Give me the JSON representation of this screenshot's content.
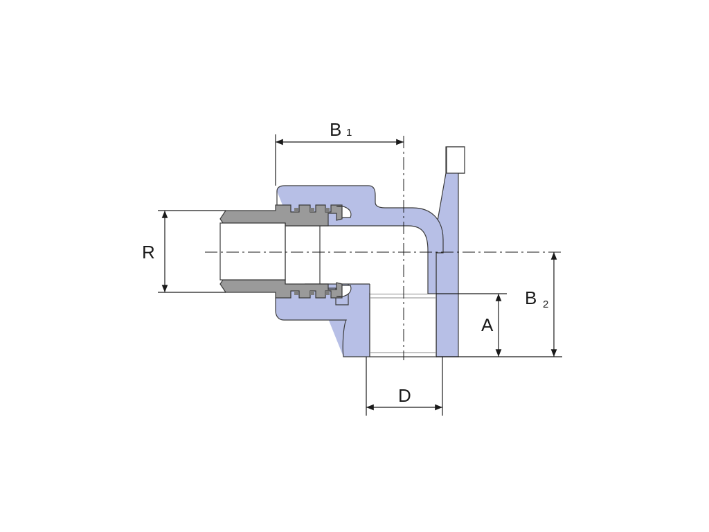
{
  "colors": {
    "body": "#b7bfe6",
    "insert": "#9a9a9a",
    "insert_dark": "#7e7e7e",
    "line": "#1a1a1a",
    "bore": "#ffffff"
  },
  "dimensions": {
    "R": {
      "label": "R",
      "sub": ""
    },
    "B1": {
      "label": "B",
      "sub": "1"
    },
    "B2": {
      "label": "B",
      "sub": "2"
    },
    "A": {
      "label": "A",
      "sub": ""
    },
    "D": {
      "label": "D",
      "sub": ""
    }
  }
}
